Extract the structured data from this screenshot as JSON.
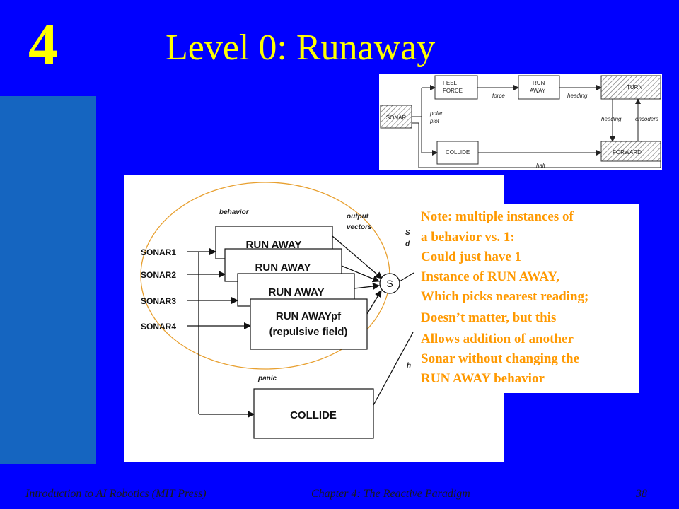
{
  "slide": {
    "chapter_number": "4",
    "title": "Level 0: Runaway"
  },
  "top_diagram": {
    "boxes": {
      "feel_force": [
        "FEEL",
        "FORCE"
      ],
      "run_away": [
        "RUN",
        "AWAY"
      ],
      "turn": "TURN",
      "sonar": "SONAR",
      "collide": "COLLIDE",
      "forward": "FORWARD"
    },
    "labels": {
      "polar": "polar",
      "plot": "plot",
      "force": "force",
      "heading_top": "heading",
      "heading_mid": "heading",
      "encoders": "encoders",
      "halt": "halt"
    }
  },
  "main_diagram": {
    "behavior_label": "behavior",
    "output_vectors": [
      "output",
      "vectors"
    ],
    "panic_label": "panic",
    "inputs": [
      "SONAR1",
      "SONAR2",
      "SONAR3",
      "SONAR4"
    ],
    "run_away_boxes": [
      "RUN AWAY",
      "RUN AWAY",
      "RUN AWAY"
    ],
    "run_away_pf": [
      "RUN AWAYpf",
      "(repulsive field)"
    ],
    "collide": "COLLIDE",
    "sum_node": "S",
    "partial_labels": [
      "S",
      "d",
      "h"
    ]
  },
  "note": {
    "lines": [
      "Note: multiple instances of",
      "a behavior vs. 1:",
      "Could just have 1",
      "Instance of RUN AWAY,",
      "Which picks nearest reading;",
      "Doesn’t matter, but this",
      "Allows addition of another",
      "Sonar without changing the",
      "RUN AWAY behavior"
    ]
  },
  "footer": {
    "left": "Introduction to AI Robotics (MIT Press)",
    "center": "Chapter 4: The Reactive Paradigm",
    "page": "38"
  },
  "colors": {
    "background": "#0000FF",
    "title": "#FFFF00",
    "sidebar": "#1565C0",
    "note_text": "#FF9900",
    "ellipse": "#E8A030"
  }
}
